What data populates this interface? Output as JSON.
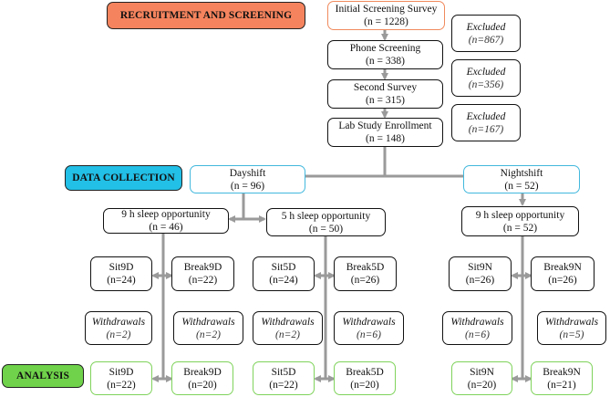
{
  "colors": {
    "recruitment_fill": "#f5845e",
    "data_collection_fill": "#22bfe6",
    "analysis_fill": "#6fd24a",
    "survey_border": "#f08a5d",
    "shift_border": "#42b8dd",
    "analysis_border": "#7fd35b",
    "arrow": "#9a9a9a"
  },
  "section_labels": {
    "recruitment": "RECRUITMENT AND SCREENING",
    "data_collection": "DATA COLLECTION",
    "analysis": "ANALYSIS"
  },
  "recruitment": {
    "initial_survey": {
      "label": "Initial Screening Survey",
      "n": "(n = 1228)"
    },
    "phone_screening": {
      "label": "Phone Screening",
      "n": "(n = 338)"
    },
    "second_survey": {
      "label": "Second Survey",
      "n": "(n = 315)"
    },
    "lab_enrollment": {
      "label": "Lab Study Enrollment",
      "n": "(n = 148)"
    },
    "excluded": [
      {
        "label": "Excluded",
        "n": "(n=867)"
      },
      {
        "label": "Excluded",
        "n": "(n=356)"
      },
      {
        "label": "Excluded",
        "n": "(n=167)"
      }
    ]
  },
  "shifts": {
    "dayshift": {
      "label": "Dayshift",
      "n": "(n = 96)"
    },
    "nightshift": {
      "label": "Nightshift",
      "n": "(n = 52)"
    }
  },
  "sleep_opportunity": {
    "day_9h": {
      "label": "9 h sleep opportunity",
      "n": "(n = 46)"
    },
    "day_5h": {
      "label": "5 h sleep opportunity",
      "n": "(n = 50)"
    },
    "night_9h": {
      "label": "9 h sleep opportunity",
      "n": "(n = 52)"
    }
  },
  "conditions": [
    {
      "label": "Sit9D",
      "n": "(n=24)"
    },
    {
      "label": "Break9D",
      "n": "(n=22)"
    },
    {
      "label": "Sit5D",
      "n": "(n=24)"
    },
    {
      "label": "Break5D",
      "n": "(n=26)"
    },
    {
      "label": "Sit9N",
      "n": "(n=26)"
    },
    {
      "label": "Break9N",
      "n": "(n=26)"
    }
  ],
  "withdrawals": [
    {
      "label": "Withdrawals",
      "n": "(n=2)"
    },
    {
      "label": "Withdrawals",
      "n": "(n=2)"
    },
    {
      "label": "Withdrawals",
      "n": "(n=2)"
    },
    {
      "label": "Withdrawals",
      "n": "(n=6)"
    },
    {
      "label": "Withdrawals",
      "n": "(n=6)"
    },
    {
      "label": "Withdrawals",
      "n": "(n=5)"
    }
  ],
  "analysis": [
    {
      "label": "Sit9D",
      "n": "(n=22)"
    },
    {
      "label": "Break9D",
      "n": "(n=20)"
    },
    {
      "label": "Sit5D",
      "n": "(n=22)"
    },
    {
      "label": "Break5D",
      "n": "(n=20)"
    },
    {
      "label": "Sit9N",
      "n": "(n=20)"
    },
    {
      "label": "Break9N",
      "n": "(n=21)"
    }
  ]
}
